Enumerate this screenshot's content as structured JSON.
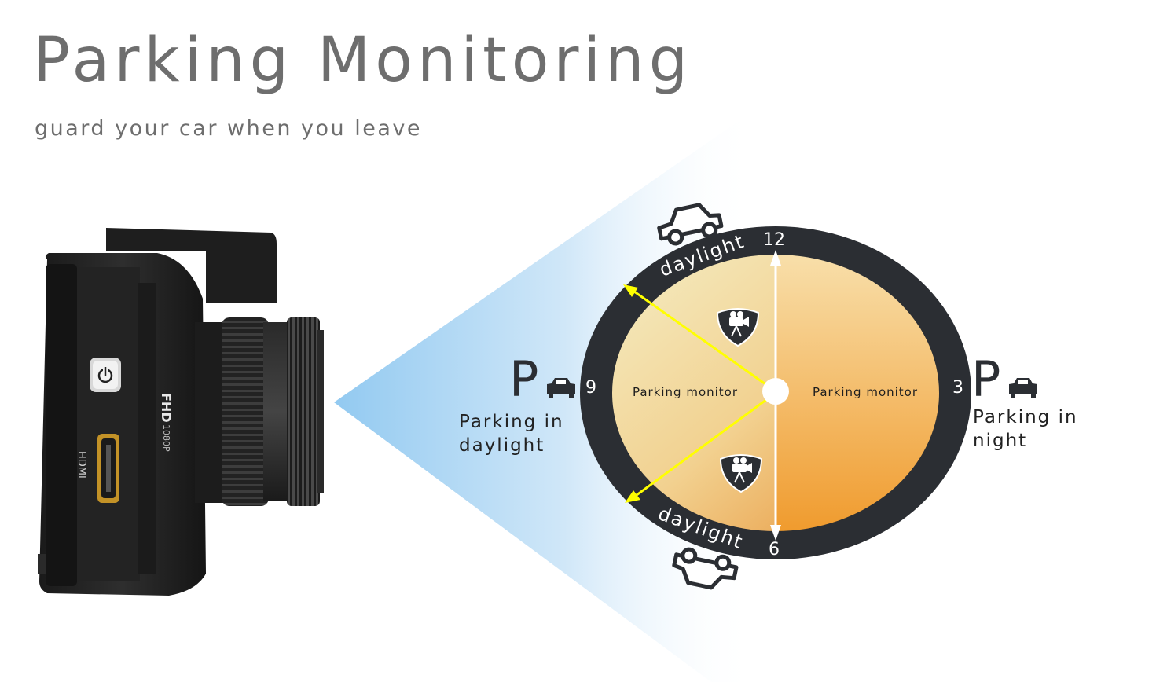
{
  "title": "Parking Monitoring",
  "subtitle": "guard your car when you leave",
  "camera": {
    "hdmi_label": "HDMI",
    "fhd_label": "FHD",
    "resolution_label": "1080P",
    "power_icon": "power-icon"
  },
  "clock": {
    "hour_12": "12",
    "hour_3": "3",
    "hour_6": "6",
    "hour_9": "9",
    "arc_top": "daylight",
    "arc_bottom": "daylight",
    "left_monitor": "Parking monitor",
    "right_monitor": "Parking monitor",
    "colors": {
      "ring": "#2b2e33",
      "day_light": "#f6f0cc",
      "day_warm": "#e5953a",
      "night_light": "#f7d89a",
      "night_warm": "#f2a23a",
      "hand": "#ffff00"
    }
  },
  "parking_day": {
    "symbol": "P",
    "text_line1": "Parking in",
    "text_line2": "daylight"
  },
  "parking_night": {
    "symbol": "P",
    "text_line1": "Parking in",
    "text_line2": "night"
  },
  "icons": [
    "car-icon-top",
    "car-icon-bottom",
    "security-camera-shield-icon",
    "parking-car-icon"
  ]
}
